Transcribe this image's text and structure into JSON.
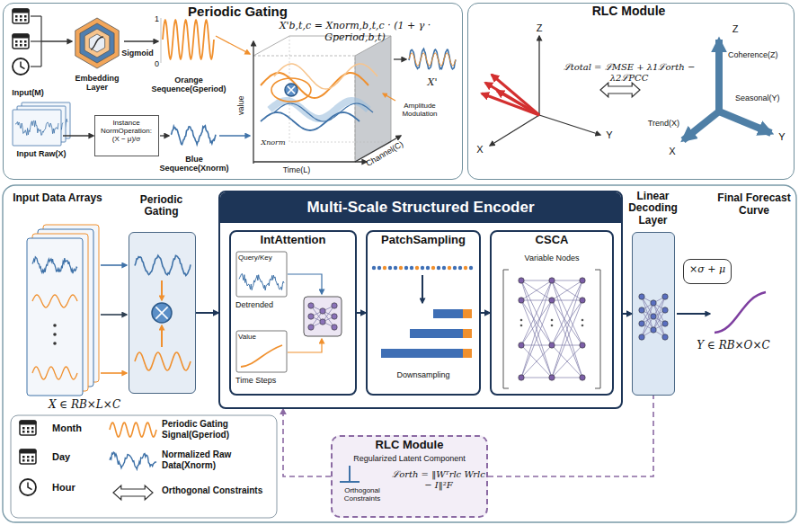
{
  "diagram": {
    "nodes": [
      {
        "text": [
          "Periodic Gating"
        ]
      },
      {
        "text": [
          "Instance NormOperation: (X − μ)/σ"
        ],
        "in": 0
      },
      {
        "text": [
          "RLC Module"
        ]
      },
      {
        "text": [
          "Periodic Gating"
        ]
      },
      {
        "text": [
          "Multi-Scale Structured Encoder"
        ]
      },
      {
        "text": [
          "IntAttention",
          "Query/Key",
          "Detrended",
          "Value",
          "Time Steps"
        ],
        "in": 4
      },
      {
        "text": [
          "PatchSampling",
          "Downsampling"
        ],
        "in": 4
      },
      {
        "text": [
          "CSCA",
          "Variable Nodes"
        ],
        "in": 4
      },
      {
        "text": [
          "Linear Decoding Layer"
        ]
      },
      {
        "text": [
          "×σ + μ"
        ]
      },
      {
        "text": [
          "RLC Module",
          "Regularized Latent Component",
          "Orthogonal Constraints",
          "ℒorth = ‖Wᵀrlc Wrlc − I‖²F"
        ]
      }
    ],
    "edges": [
      {
        "from": 3,
        "to": 4,
        "arrow": "to"
      },
      {
        "from": 5,
        "to": 6,
        "arrow": "to"
      },
      {
        "from": 6,
        "to": 7,
        "arrow": "to"
      },
      {
        "from": 4,
        "to": 8,
        "arrow": "to"
      },
      {
        "from": 10,
        "to": 4,
        "arrow": "to"
      },
      {
        "from": 10,
        "to": 8,
        "arrow": "none"
      }
    ],
    "labels": [
      "Input(M)",
      "Embedding Layer",
      "Sigmoid",
      "1",
      "0",
      "Orange Sequence(Gperiod)",
      "X'b,t,c = Xnorm,b,t,c · (1 + γ · Gperiod,b,t)",
      "value",
      "Time(L)",
      "Channel(C)",
      "Amplitude Modulation",
      "Xnorm",
      "X'",
      "Input Raw(X)",
      "Blue Sequence(Xnorm)",
      "Z",
      "Y",
      "X",
      "ℒtotal = ℒMSE + λ1ℒorth − λ2ℒPCC",
      "Z",
      "Coherence(Z)",
      "Seasonal(Y)",
      "Trend(X)",
      "X",
      "Y",
      "Input Data Arrays",
      "X ∈ RB×L×C",
      "Final Forecast Curve",
      "Y ∈ RB×O×C"
    ],
    "legend": [
      {
        "text": "Month"
      },
      {
        "text": "Day"
      },
      {
        "text": "Hour"
      },
      {
        "text": "Periodic Gating Signal(Gperiod)"
      },
      {
        "text": "Normalized Raw Data(Xnorm)"
      },
      {
        "text": "Orthogonal Constraints"
      }
    ]
  }
}
